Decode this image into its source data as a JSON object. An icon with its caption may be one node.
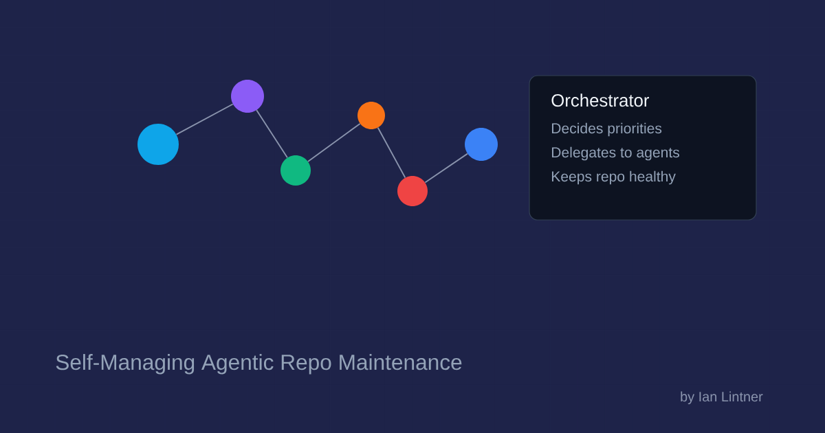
{
  "diagram": {
    "nodes": [
      {
        "text": [],
        "shape": "circle"
      },
      {
        "text": [],
        "shape": "circle"
      },
      {
        "text": [],
        "shape": "circle"
      },
      {
        "text": [],
        "shape": "circle"
      },
      {
        "text": [],
        "shape": "circle"
      },
      {
        "text": [],
        "shape": "circle"
      },
      {
        "text": [
          "Orchestrator",
          "Decides priorities",
          "Delegates to agents",
          "Keeps repo healthy"
        ]
      }
    ],
    "edges": [
      {
        "from": 0,
        "to": 1,
        "arrow": "none"
      },
      {
        "from": 1,
        "to": 2,
        "arrow": "none"
      },
      {
        "from": 2,
        "to": 3,
        "arrow": "none"
      },
      {
        "from": 3,
        "to": 4,
        "arrow": "none"
      },
      {
        "from": 4,
        "to": 5,
        "arrow": "none"
      }
    ],
    "labels": [
      "Self-Managing Agentic Repo Maintenance",
      "by Ian Lintner"
    ]
  }
}
